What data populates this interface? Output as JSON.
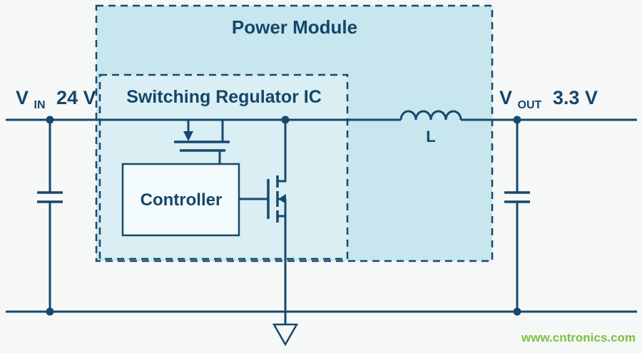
{
  "diagram": {
    "power_module_label": "Power Module",
    "switching_regulator_label": "Switching Regulator IC",
    "controller_label": "Controller",
    "inductor_label": "L",
    "vin": {
      "symbol": "V",
      "subscript": "IN",
      "value": "24 V"
    },
    "vout": {
      "symbol": "V",
      "subscript": "OUT",
      "value": "3.3 V"
    }
  },
  "watermark": "www.cntronics.com",
  "colors": {
    "line": "#17496e",
    "text": "#15466b",
    "module-fill": "#c8e6ee",
    "regulator-fill": "#d9eff4",
    "controller-fill": "#f2fafc",
    "watermark": "#7cc142",
    "background": "#f6f7f7"
  }
}
